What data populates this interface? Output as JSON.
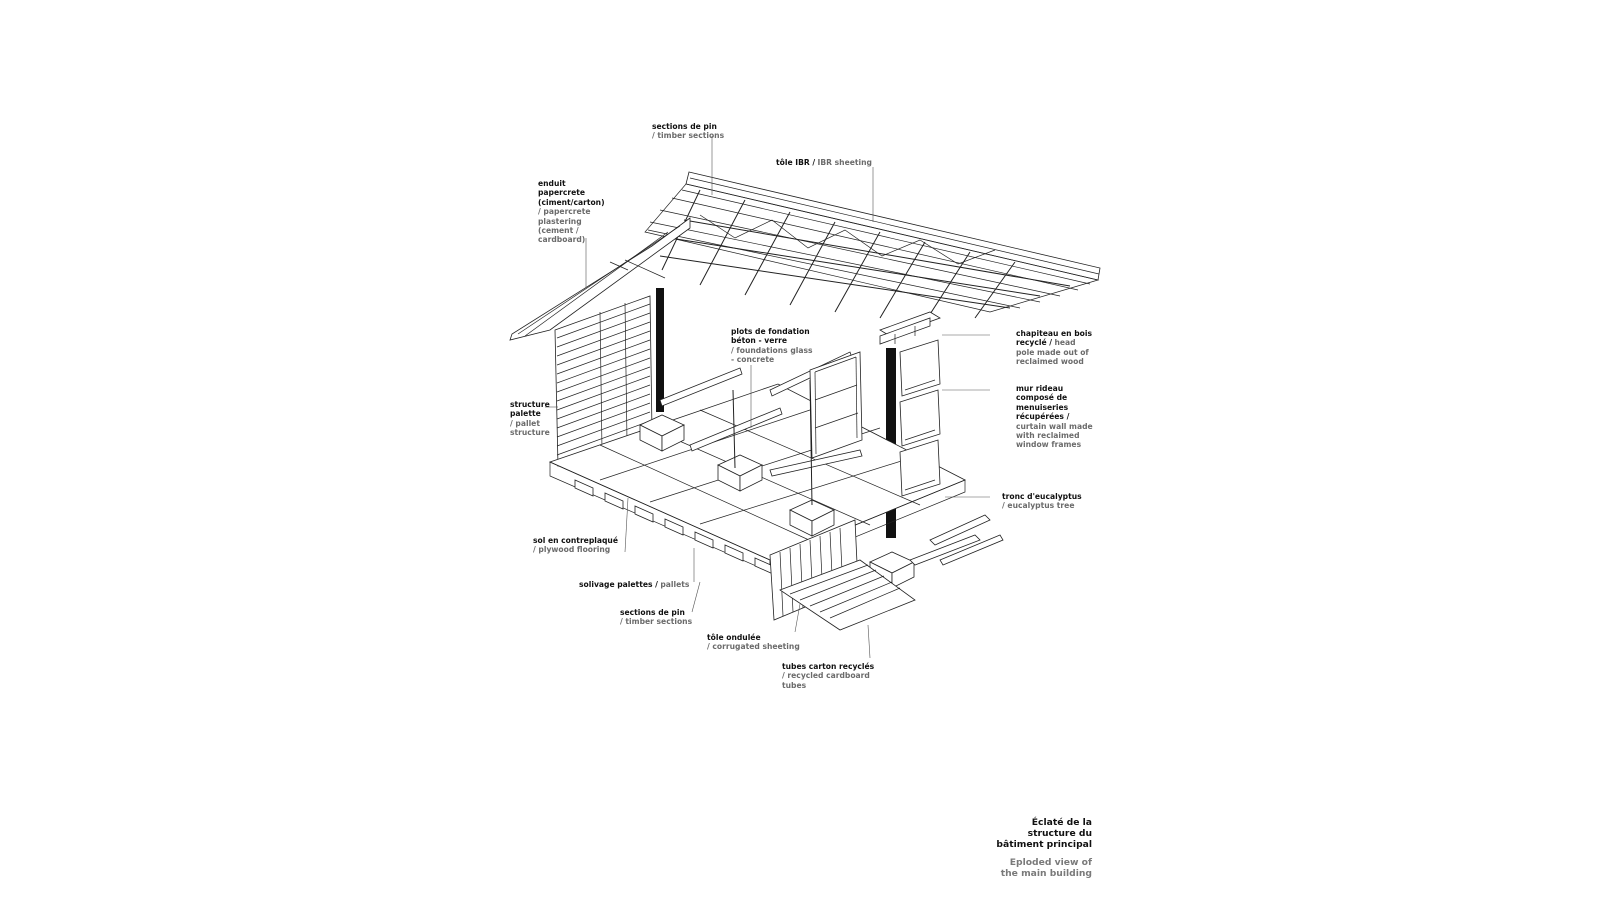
{
  "labels": {
    "sections_pin_top": {
      "fr": "sections de pin",
      "en": "/ timber sections"
    },
    "tole_ibr": {
      "fr": "tôle IBR /",
      "en": "IBR sheeting"
    },
    "enduit": {
      "fr_lines": [
        "enduit",
        "papercrete",
        "(ciment/carton)"
      ],
      "en_lines": [
        "/ papercrete",
        "plastering",
        "(cement /",
        "cardboard)"
      ]
    },
    "plots": {
      "fr_lines": [
        "plots de fondation",
        "béton - verre"
      ],
      "en_lines": [
        "/ foundations glass",
        "- concrete"
      ]
    },
    "chapiteau": {
      "fr_lines": [
        "chapiteau en bois",
        "recyclé  /"
      ],
      "en_inline": "head",
      "en_lines": [
        "pole made out of",
        "reclaimed wood"
      ]
    },
    "mur_rideau": {
      "fr_lines": [
        "mur rideau",
        "composé de",
        "menuiseries",
        "récupérées  /"
      ],
      "en_lines": [
        "curtain wall made",
        "with reclaimed",
        "window frames"
      ]
    },
    "structure_palette": {
      "fr_lines": [
        "structure",
        "palette"
      ],
      "en_lines": [
        "/ pallet",
        "structure"
      ]
    },
    "tronc": {
      "fr": "tronc d'eucalyptus",
      "en": "/ eucalyptus tree"
    },
    "sol": {
      "fr": "sol en contreplaqué",
      "en": "/ plywood flooring"
    },
    "solivage": {
      "fr": "solivage palettes /",
      "en": "pallets"
    },
    "sections_pin_bottom": {
      "fr": "sections de pin",
      "en": "/ timber sections"
    },
    "tole_ondulee": {
      "fr": "tôle ondulée",
      "en": "/ corrugated sheeting"
    },
    "tubes": {
      "fr": "tubes carton recyclés",
      "en_lines": [
        "/ recycled cardboard",
        "tubes"
      ]
    }
  },
  "caption": {
    "fr_lines": [
      "Éclaté de la",
      "structure du",
      "bâtiment principal"
    ],
    "en_lines": [
      "Eploded view of",
      "the main building"
    ]
  }
}
